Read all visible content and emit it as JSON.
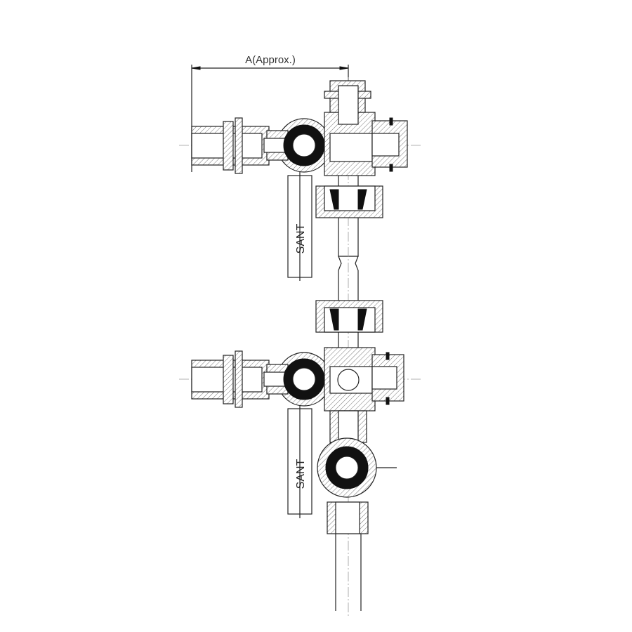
{
  "dimension": {
    "label": "A(Approx.)"
  },
  "upper_valve": {
    "handle_label": "SANT"
  },
  "lower_valve": {
    "handle_label": "SANT"
  }
}
